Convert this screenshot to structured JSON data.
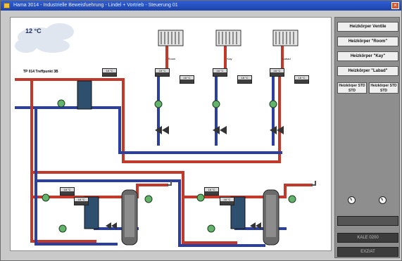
{
  "window": {
    "title": "Hama 3014 - Industrielle Beweisfuehrung - Lindel + Vortrieb - Steuerung 01"
  },
  "diagram": {
    "outside_temp": "12 °C",
    "system_label": "TP 014 Treffpunkt 3B",
    "rooms": [
      "Room",
      "Kay",
      "Labad"
    ],
    "displays": [
      "18 °C",
      "18 °C",
      "18 °C",
      "18 °C",
      "18 °C",
      "18 °C",
      "18 °C",
      "18 °C",
      "18 °C",
      "18 °C",
      "18 °C"
    ]
  },
  "side_panel": {
    "buttons": [
      "Heizkörper Ventile",
      "Heizkörper \"Room\"",
      "Heizkörper \"Kay\"",
      "Heizkörper \"Labad\""
    ],
    "pair": [
      "Heizkörper STD STD",
      "Heizkörper STD STD"
    ],
    "bottom_buttons": [
      "",
      "KALE 0200",
      "EXZ/AT"
    ]
  },
  "colors": {
    "hot": "#c0392b",
    "cold": "#2a3fa0",
    "pump": "#63b36a",
    "exchanger": "#2f4f6f",
    "tank": "#5a5a5a"
  }
}
